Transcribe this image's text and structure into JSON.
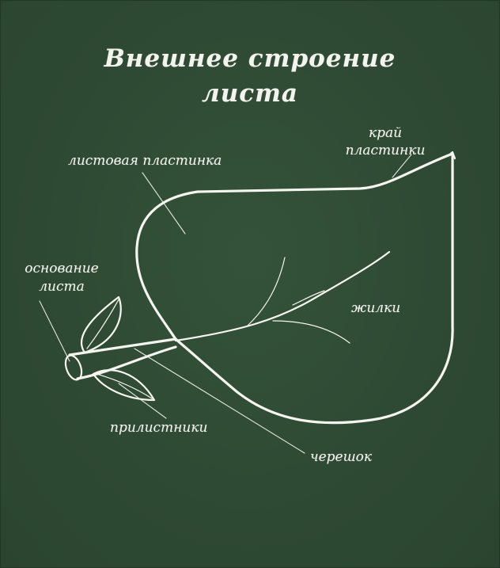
{
  "title_line1": "Внешнее строение",
  "title_line2": "листа",
  "labels": {
    "blade": "листовая пластинка",
    "margin_line1": "край",
    "margin_line2": "пластинки",
    "base_line1": "основание",
    "base_line2": "листа",
    "veins": "жилки",
    "stipules": "прилистники",
    "petiole": "черешок"
  },
  "colors": {
    "board": "#2f4a32",
    "chalk": "#f4f4ee"
  }
}
